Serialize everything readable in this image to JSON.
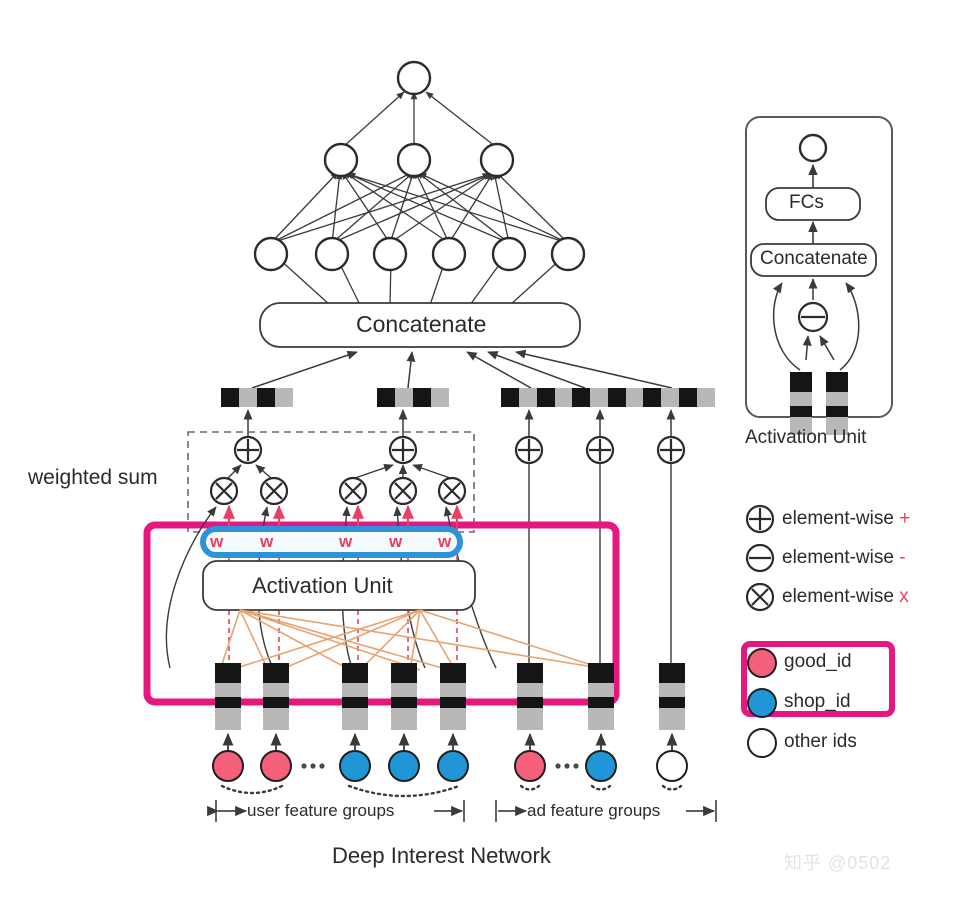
{
  "figure": {
    "title": "Deep Interest Network",
    "watermark": "知乎 @0502"
  },
  "labels": {
    "weighted_sum": "weighted sum",
    "activation_unit": "Activation Unit",
    "concatenate": "Concatenate",
    "user_feature_groups": "user feature groups",
    "ad_feature_groups": "ad feature groups",
    "weight_symbol": "w"
  },
  "activation_unit_panel": {
    "caption": "Activation Unit",
    "fcs": "FCs",
    "concatenate": "Concatenate",
    "minus_symbol": "⊖"
  },
  "legend": {
    "operators": [
      {
        "glyph": "⊕",
        "text": "element-wise",
        "op": "+",
        "name": "element-wise-plus"
      },
      {
        "glyph": "⊖",
        "text": "element-wise",
        "op": "-",
        "name": "element-wise-minus"
      },
      {
        "glyph": "⊗",
        "text": "element-wise",
        "op": "x",
        "name": "element-wise-times"
      }
    ],
    "ids": [
      {
        "label": "good_id",
        "color": "#f4607a",
        "highlighted": true
      },
      {
        "label": "shop_id",
        "color": "#2196d6",
        "highlighted": true
      },
      {
        "label": "other ids",
        "color": "#ffffff",
        "highlighted": false
      }
    ]
  },
  "colors": {
    "pink_highlight": "#e6177e",
    "blue_highlight": "#2e92d8",
    "good_id": "#f4607a",
    "shop_id": "#2196d6",
    "other_id": "#ffffff",
    "weight_red": "#e8415f",
    "orange_link": "#e8a372",
    "stroke": "#3a3a3a",
    "embed_dark": "#151515",
    "embed_light": "#b8b8b8"
  },
  "chart_data": {
    "type": "diagram",
    "title": "Deep Interest Network",
    "nodes": {
      "output_layer": 1,
      "hidden_layer_2": 3,
      "hidden_layer_1": 6
    },
    "embedding_bars_horizontal": 5,
    "sum_units": 5,
    "product_units": 5,
    "weight_boxes": 5,
    "feature_circles": [
      {
        "type": "good_id",
        "color": "#f4607a"
      },
      {
        "type": "good_id",
        "color": "#f4607a"
      },
      {
        "type": "ellipsis"
      },
      {
        "type": "shop_id",
        "color": "#2196d6"
      },
      {
        "type": "shop_id",
        "color": "#2196d6"
      },
      {
        "type": "shop_id",
        "color": "#2196d6"
      },
      {
        "type": "good_id",
        "color": "#f4607a"
      },
      {
        "type": "ellipsis"
      },
      {
        "type": "shop_id",
        "color": "#2196d6"
      },
      {
        "type": "other",
        "color": "#ffffff"
      }
    ]
  }
}
